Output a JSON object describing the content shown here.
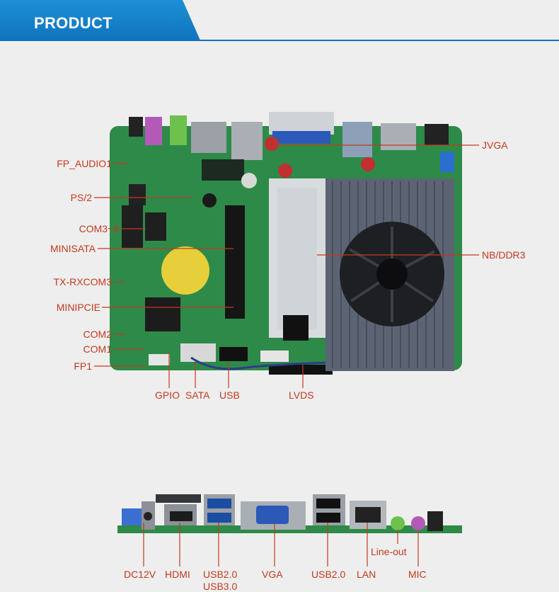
{
  "header": {
    "title": "PRODUCT"
  },
  "colors": {
    "banner": "#1273bb",
    "label": "#c23a1f",
    "pcb": "#2e8a48",
    "heatsink": "#5c6474"
  },
  "top_board": {
    "left_labels": [
      "FP_AUDIO1",
      "PS/2",
      "COM3~6",
      "MINISATA",
      "TX-RXCOM3",
      "MINIPCIE",
      "COM2",
      "COM1",
      "FP1"
    ],
    "right_labels": [
      "JVGA",
      "NB/DDR3"
    ],
    "bottom_labels": [
      "GPIO",
      "SATA",
      "USB",
      "LVDS"
    ]
  },
  "io_panel": {
    "labels": [
      "DC12V",
      "HDMI",
      "USB2.0",
      "VGA",
      "USB2.0",
      "LAN",
      "MIC"
    ],
    "usb3_label": "USB3.0",
    "line_out_label": "Line-out"
  }
}
